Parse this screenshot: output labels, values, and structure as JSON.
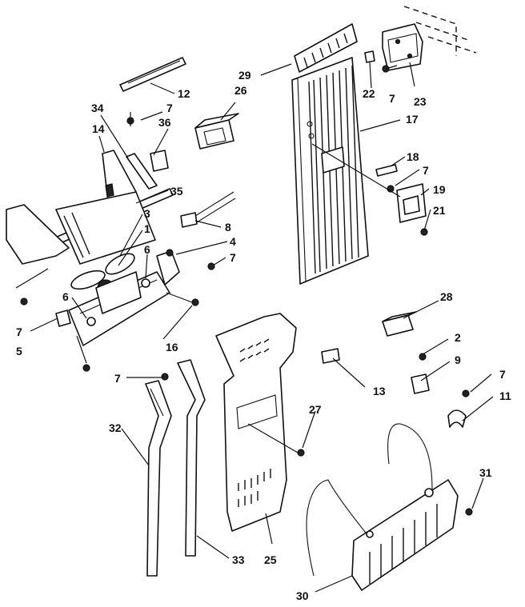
{
  "callouts": {
    "c29": "29",
    "c26": "26",
    "c12": "12",
    "c34": "34",
    "c7a": "7",
    "c36": "36",
    "c14": "14",
    "c22": "22",
    "c7b": "7",
    "c23": "23",
    "c17": "17",
    "c18": "18",
    "c7c": "7",
    "c19": "19",
    "c21": "21",
    "c35": "35",
    "c3": "3",
    "c8": "8",
    "c1": "1",
    "c4": "4",
    "c6a": "6",
    "c7d": "7",
    "c7e": "7",
    "c6b": "6",
    "c5": "5",
    "c16": "16",
    "c28": "28",
    "c2": "2",
    "c9": "9",
    "c13": "13",
    "c7f": "7",
    "c7g": "7",
    "c11": "11",
    "c27": "27",
    "c32": "32",
    "c31": "31",
    "c33": "33",
    "c25": "25",
    "c30": "30"
  }
}
